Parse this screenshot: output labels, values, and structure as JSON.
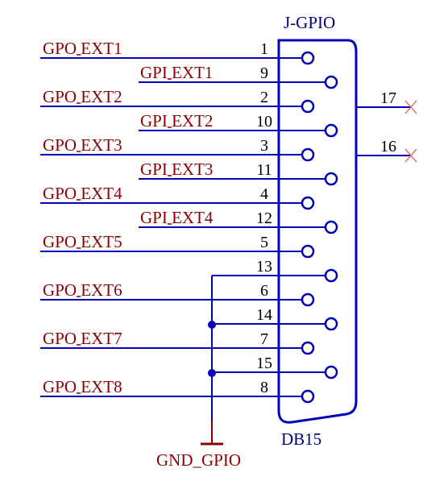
{
  "connector": {
    "name": "J-GPIO",
    "type": "DB15"
  },
  "ground": {
    "label": "GND_GPIO"
  },
  "pins": [
    {
      "num": "1",
      "net": "GPO_EXT1"
    },
    {
      "num": "9",
      "net": "GPI_EXT1"
    },
    {
      "num": "2",
      "net": "GPO_EXT2"
    },
    {
      "num": "10",
      "net": "GPI_EXT2"
    },
    {
      "num": "3",
      "net": "GPO_EXT3"
    },
    {
      "num": "11",
      "net": "GPI_EXT3"
    },
    {
      "num": "4",
      "net": "GPO_EXT4"
    },
    {
      "num": "12",
      "net": "GPI_EXT4"
    },
    {
      "num": "5",
      "net": "GPO_EXT5"
    },
    {
      "num": "13",
      "net": ""
    },
    {
      "num": "6",
      "net": "GPO_EXT6"
    },
    {
      "num": "14",
      "net": ""
    },
    {
      "num": "7",
      "net": "GPO_EXT7"
    },
    {
      "num": "15",
      "net": ""
    },
    {
      "num": "8",
      "net": "GPO_EXT8"
    }
  ],
  "shield_pins": [
    {
      "num": "17"
    },
    {
      "num": "16"
    }
  ],
  "colors": {
    "wire": "#0000b4",
    "net_label": "#8b0000",
    "pin_number": "#000000",
    "ground_symbol": "#8b0000",
    "no_connect": "#e07070"
  }
}
